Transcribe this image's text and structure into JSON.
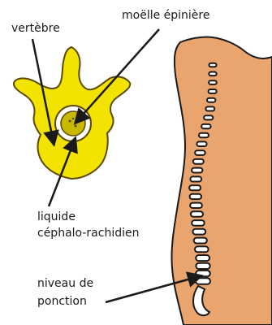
{
  "labels": {
    "vertebra": "vertèbre",
    "spinal_cord": "moëlle épinière",
    "csf_line1": "liquide",
    "csf_line2": "céphalo-rachidien",
    "puncture_line1": "niveau de",
    "puncture_line2": "ponction"
  },
  "colors": {
    "vertebra_fill": "#f2e300",
    "vertebra_stroke": "#5b4a00",
    "skin": "#eaa56f",
    "body_outline": "#1a1a1a",
    "spinal_cord_fill": "#c9b800",
    "vertebra_body_fill": "#ffffff",
    "text": "#1a1a1a"
  }
}
